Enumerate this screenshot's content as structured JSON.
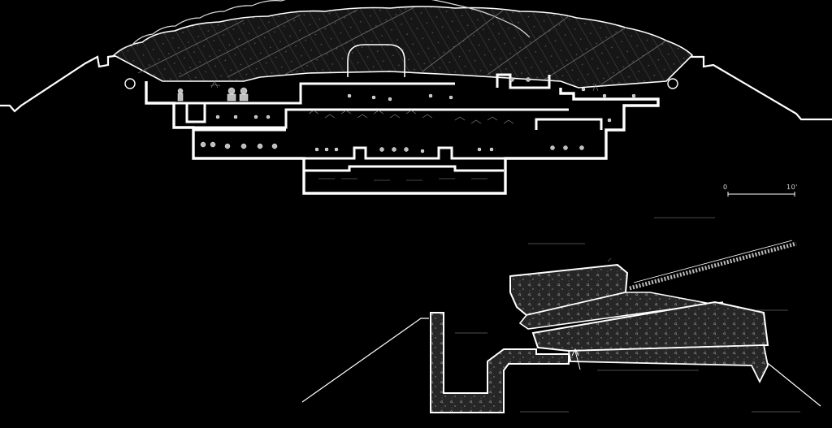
{
  "colors": {
    "background": "#000000",
    "line": "#ffffff",
    "fill_concrete": "#2a2a2a",
    "fill_roof": "#1c1c1c",
    "fill_furniture": "#bbbbbb"
  },
  "drawing": {
    "main_section": "building-cross-section",
    "detail_section": "roof-edge-detail-section"
  },
  "scale_bar": {
    "left_label": "0",
    "right_label": "10'"
  }
}
